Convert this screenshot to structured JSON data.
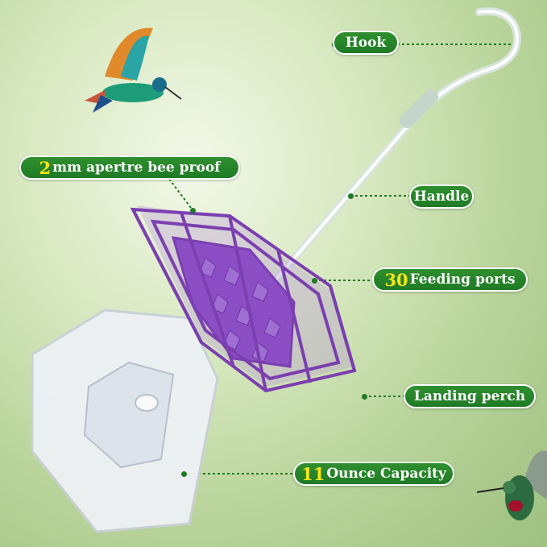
{
  "labels": {
    "hook": "Hook",
    "bee_proof": {
      "num": "2",
      "text": "mm apertre bee proof"
    },
    "handle": "Handle",
    "feeding_ports": {
      "num": "30",
      "text": "Feeding ports"
    },
    "landing_perch": "Landing perch",
    "capacity": {
      "num": "11",
      "text": "Ounce Capacity"
    }
  },
  "colors": {
    "label_green": "#1f7a25",
    "number_yellow": "#f4e51a",
    "perch_purple": "#7b3fb0"
  }
}
